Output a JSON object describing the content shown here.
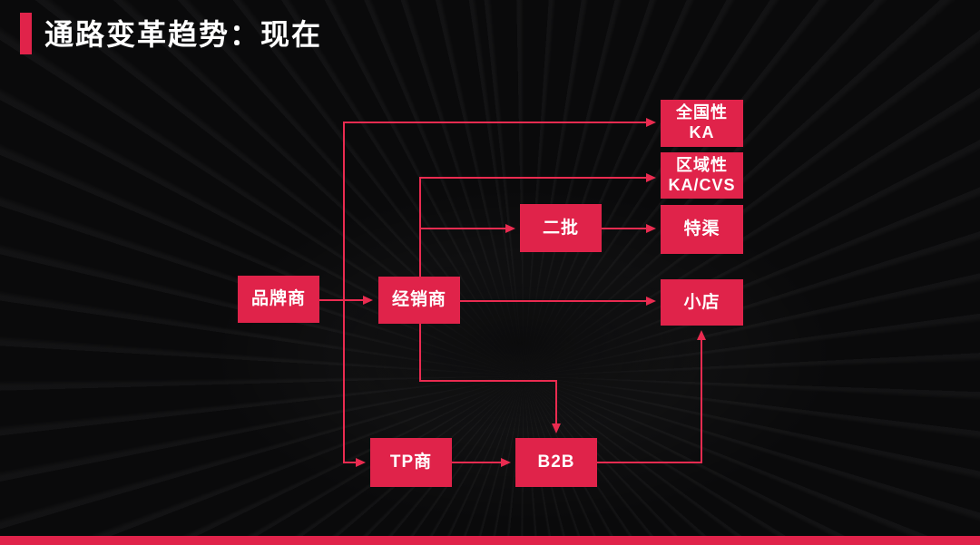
{
  "slide": {
    "title": "通路变革趋势：现在"
  },
  "theme": {
    "accent": "#e0234a",
    "accent_line": "#ea2b50",
    "background": "#0a0a0b",
    "text": "#ffffff"
  },
  "diagram": {
    "nodes": {
      "brand": {
        "label": "品牌商"
      },
      "distributor": {
        "label": "经销商"
      },
      "second_tier": {
        "label": "二批"
      },
      "tp": {
        "label": "TP商"
      },
      "b2b": {
        "label": "B2B"
      },
      "national_ka": {
        "line1": "全国性",
        "line2": "KA"
      },
      "regional_ka_cvs": {
        "line1": "区域性",
        "line2": "KA/CVS"
      },
      "special_channel": {
        "label": "特渠"
      },
      "small_store": {
        "label": "小店"
      }
    },
    "edges": [
      {
        "from": "brand",
        "to": "distributor"
      },
      {
        "from": "brand",
        "to": "national_ka"
      },
      {
        "from": "brand",
        "to": "tp"
      },
      {
        "from": "distributor",
        "to": "regional_ka_cvs"
      },
      {
        "from": "distributor",
        "to": "second_tier"
      },
      {
        "from": "distributor",
        "to": "small_store"
      },
      {
        "from": "distributor",
        "to": "b2b"
      },
      {
        "from": "second_tier",
        "to": "special_channel"
      },
      {
        "from": "tp",
        "to": "b2b"
      },
      {
        "from": "b2b",
        "to": "small_store"
      }
    ]
  }
}
